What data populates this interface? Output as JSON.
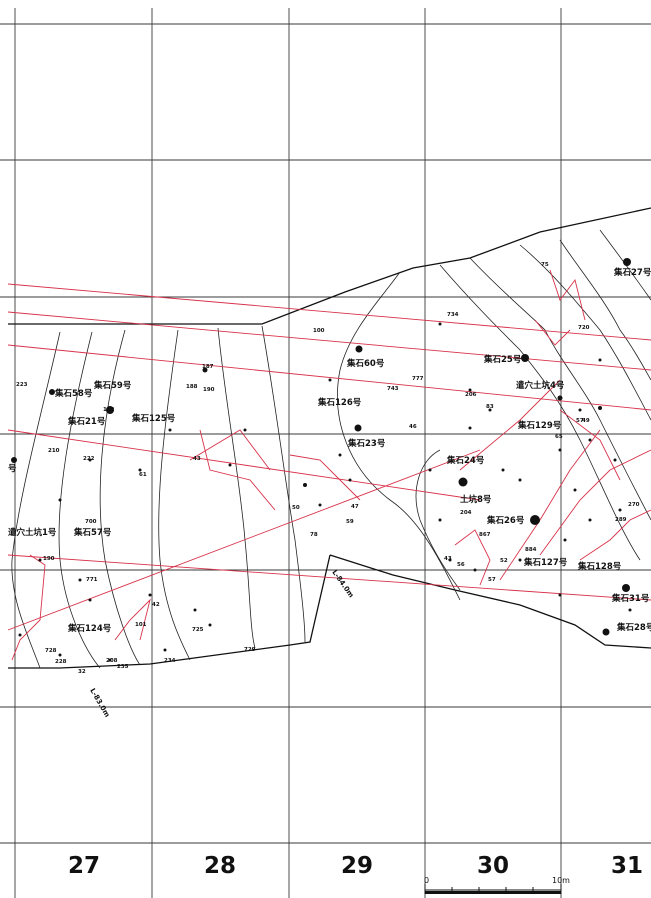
{
  "grid": {
    "columns": [
      "27",
      "28",
      "29",
      "30",
      "31"
    ]
  },
  "scale": {
    "start": "0",
    "end": "10m"
  },
  "contour_labels": [
    "L-83.0m",
    "L-84.0m"
  ],
  "features": [
    "集石27号",
    "集石60号",
    "集石25号",
    "遣穴土坑4号",
    "集石58号",
    "集石59号",
    "集石21号",
    "集石125号",
    "集石126号",
    "集石129号",
    "集石23号",
    "集石24号",
    "土坑8号",
    "集石26号",
    "集石127号",
    "集石128号",
    "集石31号",
    "集石28号",
    "集石57号",
    "遣穴土坑1号",
    "集石124号",
    "号"
  ],
  "point_numbers": [
    "75",
    "720",
    "734",
    "100",
    "777",
    "743",
    "206",
    "83",
    "49",
    "57",
    "46",
    "65",
    "223",
    "102",
    "210",
    "222",
    "61",
    "43",
    "187",
    "188",
    "190",
    "50",
    "47",
    "59",
    "78",
    "204",
    "867",
    "52",
    "57",
    "43",
    "56",
    "884",
    "270",
    "289",
    "190",
    "771",
    "101",
    "42",
    "725",
    "234",
    "728",
    "729",
    "208",
    "235",
    "228",
    "32",
    "700"
  ],
  "colors": {
    "ink": "#1a1a1a",
    "refit_line": "#d8324a",
    "grid": "#3a3a3a"
  }
}
